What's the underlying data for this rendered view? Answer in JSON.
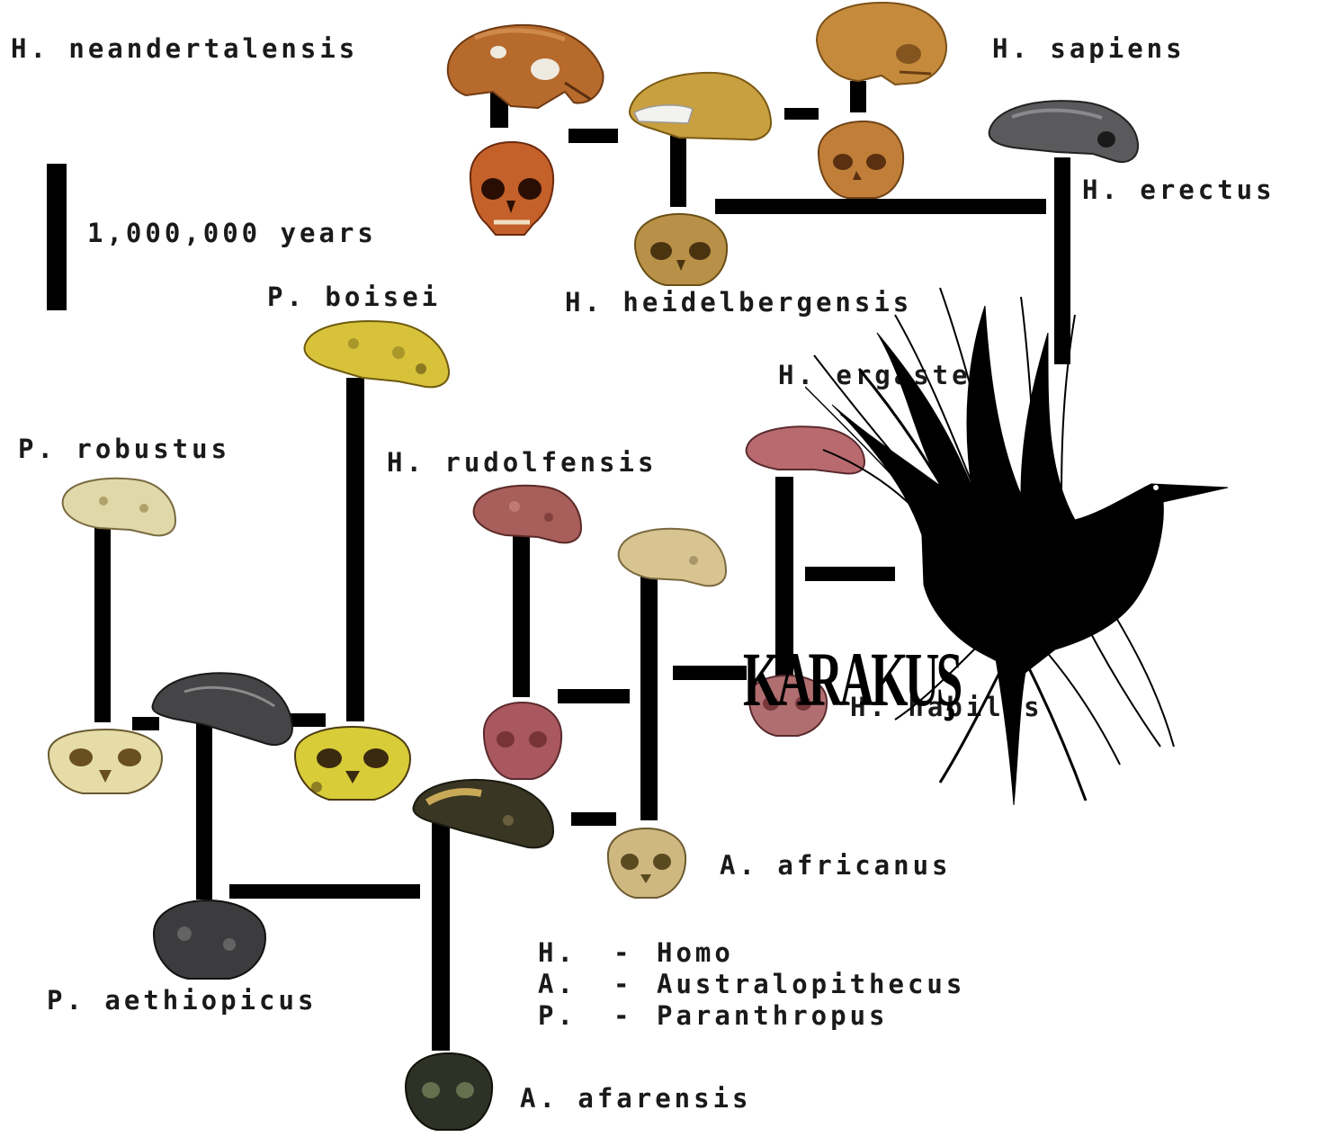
{
  "labels": {
    "neanderthalensis": "H. neandertalensis",
    "sapiens": "H. sapiens",
    "erectus": "H. erectus",
    "scale": "1,000,000 years",
    "heidelbergensis": "H. heidelbergensis",
    "boisei": "P. boisei",
    "ergaster": "H. ergaster",
    "robustus": "P. robustus",
    "rudolfensis": "H. rudolfensis",
    "habilis": "H. habilis",
    "africanus": "A. africanus",
    "aethiopicus": "P. aethiopicus",
    "afarensis": "A. afarensis"
  },
  "legend": [
    {
      "abbr": "H.",
      "dash": "-",
      "genus": "Homo"
    },
    {
      "abbr": "A.",
      "dash": "-",
      "genus": "Australopithecus"
    },
    {
      "abbr": "P.",
      "dash": "-",
      "genus": "Paranthropus"
    }
  ],
  "watermark": {
    "text": "KARAKUŞ",
    "icon": "crow-icon"
  },
  "colors": {
    "line": "#000000",
    "text": "#1a1a1a",
    "skull_brown": "#b5722a",
    "skull_tan": "#c9a45a",
    "skull_red": "#a05a55",
    "skull_yellow": "#d8c23a",
    "skull_gray": "#3c3c3c",
    "skull_cream": "#e0d8a8"
  }
}
